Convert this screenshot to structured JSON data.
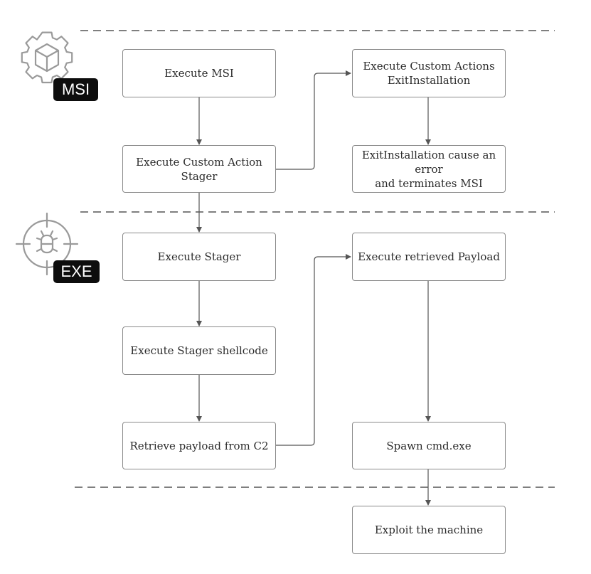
{
  "sections": {
    "msi": {
      "badge": "MSI",
      "icon": "gear-cube-icon"
    },
    "exe": {
      "badge": "EXE",
      "icon": "bug-crosshair-icon"
    }
  },
  "nodes": {
    "execute_msi": "Execute MSI",
    "execute_custom_action_stager": "Execute Custom Action\nStager",
    "execute_custom_actions_exit": "Execute Custom Actions\nExitInstallation",
    "exit_error": "ExitInstallation cause an error\nand terminates MSI",
    "execute_stager": "Execute Stager",
    "execute_stager_shellcode": "Execute Stager shellcode",
    "retrieve_payload": "Retrieve payload from C2",
    "execute_retrieved_payload": "Execute retrieved Payload",
    "spawn_cmd": "Spawn cmd.exe",
    "exploit_machine": "Exploit the machine"
  },
  "colors": {
    "line": "#555555",
    "divider": "#333333",
    "icon": "#9a9a9a",
    "badge_bg": "#0d0d0d",
    "badge_text": "#ffffff"
  }
}
